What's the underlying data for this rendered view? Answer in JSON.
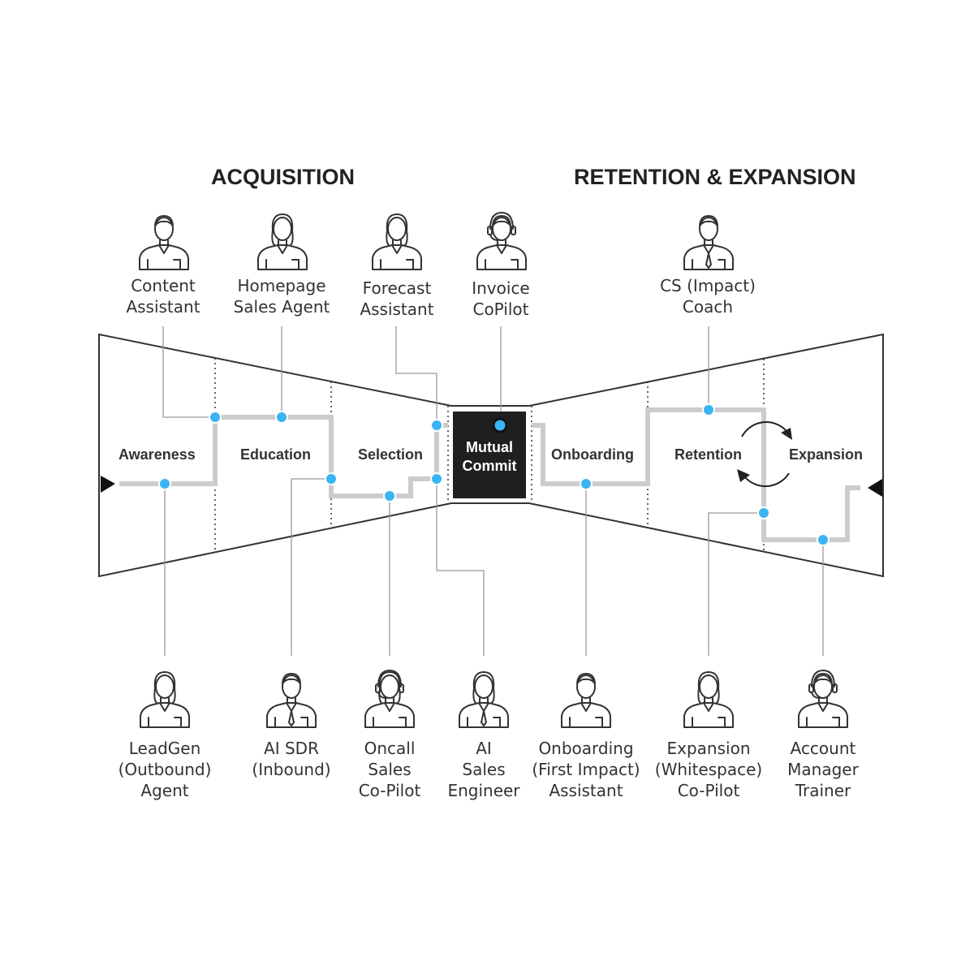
{
  "headings": {
    "acquisition": "ACQUISITION",
    "retention": "RETENTION & EXPANSION"
  },
  "stages": {
    "awareness": "Awareness",
    "education": "Education",
    "selection": "Selection",
    "mutual_commit": [
      "Mutual",
      "Commit"
    ],
    "onboarding": "Onboarding",
    "retention": "Retention",
    "expansion": "Expansion"
  },
  "top_agents": [
    {
      "lines": [
        "Content",
        "Assistant"
      ],
      "icon": "man-icon"
    },
    {
      "lines": [
        "Homepage",
        "Sales Agent"
      ],
      "icon": "woman-icon"
    },
    {
      "lines": [
        "Forecast",
        "Assistant"
      ],
      "icon": "woman-icon"
    },
    {
      "lines": [
        "Invoice",
        "CoPilot"
      ],
      "icon": "headset-man-icon"
    },
    {
      "lines": [
        "CS (Impact)",
        "Coach"
      ],
      "icon": "man-tie-icon"
    }
  ],
  "bottom_agents": [
    {
      "lines": [
        "LeadGen",
        "(Outbound)",
        "Agent"
      ],
      "icon": "woman-icon"
    },
    {
      "lines": [
        "AI SDR",
        "(Inbound)"
      ],
      "icon": "man-tie-icon"
    },
    {
      "lines": [
        "Oncall",
        "Sales",
        "Co-Pilot"
      ],
      "icon": "headset-woman-icon"
    },
    {
      "lines": [
        "AI",
        "Sales",
        "Engineer"
      ],
      "icon": "woman-tie-icon"
    },
    {
      "lines": [
        "Onboarding",
        "(First Impact)",
        "Assistant"
      ],
      "icon": "man-icon"
    },
    {
      "lines": [
        "Expansion",
        "(Whitespace)",
        "Co-Pilot"
      ],
      "icon": "woman-icon"
    },
    {
      "lines": [
        "Account",
        "Manager",
        "Trainer"
      ],
      "icon": "headset-man-icon"
    }
  ],
  "colors": {
    "path": "#cccccc",
    "node": "#3ab4f2",
    "outline": "#333333",
    "connector": "#999999",
    "commit_box": "#1f1f1f"
  }
}
